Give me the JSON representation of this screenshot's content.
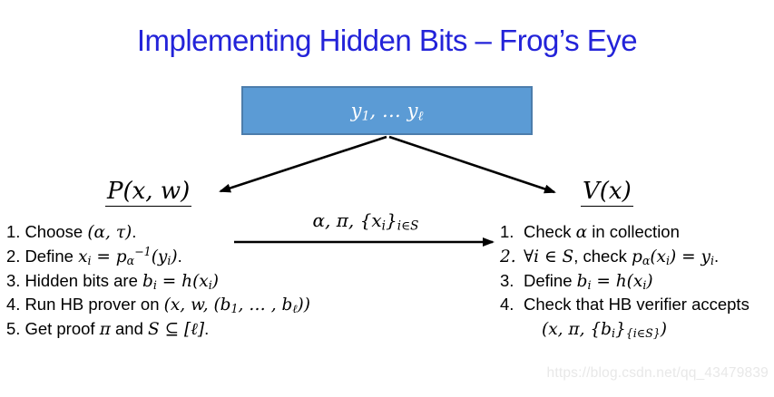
{
  "title": "Implementing Hidden Bits – Frog’s Eye",
  "colors": {
    "title-color": "#2323d9",
    "box-fill": "#5b9bd5",
    "box-border": "#4c7dac",
    "arrow-color": "#000000",
    "watermark-color": "#e8e8e8"
  },
  "diagram": {
    "box_label_html": "y<sub>1</sub>, … y<sub>ℓ</sub>",
    "prover_label_html": "P(x, w)",
    "verifier_label_html": "V(x)",
    "message_label_html": "α, π, {x<sub>i</sub>}<sub>i∈S</sub>"
  },
  "prover_steps": [
    {
      "num": "1.",
      "html": "Choose <span class=\"m\">(α, τ)</span>."
    },
    {
      "num": "2.",
      "html": "Define <span class=\"m\">x<sub>i</sub> = p<sub>α</sub><sup>−1</sup>(y<sub>i</sub>)</span>."
    },
    {
      "num": "3.",
      "html": "Hidden bits are <span class=\"m\">b<sub>i</sub> = h(x<sub>i</sub>)</span>"
    },
    {
      "num": "4.",
      "html": "Run HB prover on <span class=\"m\">(x, w, (b<sub>1</sub>, … , b<sub>ℓ</sub>))</span>"
    },
    {
      "num": "5.",
      "html": "Get proof <span class=\"m\">π</span> and <span class=\"m\">S ⊆ [ℓ]</span>."
    }
  ],
  "verifier_steps": [
    {
      "num": "1.",
      "html": "Check <span class=\"m\">α</span> in collection"
    },
    {
      "num": "2.",
      "html": "<span class=\"m\">∀i ∈ S</span>, check <span class=\"m\">p<sub>α</sub>(x<sub>i</sub>) = y<sub>i</sub></span>."
    },
    {
      "num": "3.",
      "html": "Define <span class=\"m\">b<sub>i</sub> = h(x<sub>i</sub>)</span>"
    },
    {
      "num": "4.",
      "html": "Check that HB verifier accepts"
    }
  ],
  "verifier_step4_continuation_html": "<span class=\"m\">(x, π, {b<sub>i</sub>}<sub>{i∈S}</sub>)</span>",
  "watermark": "https://blog.csdn.net/qq_43479839"
}
